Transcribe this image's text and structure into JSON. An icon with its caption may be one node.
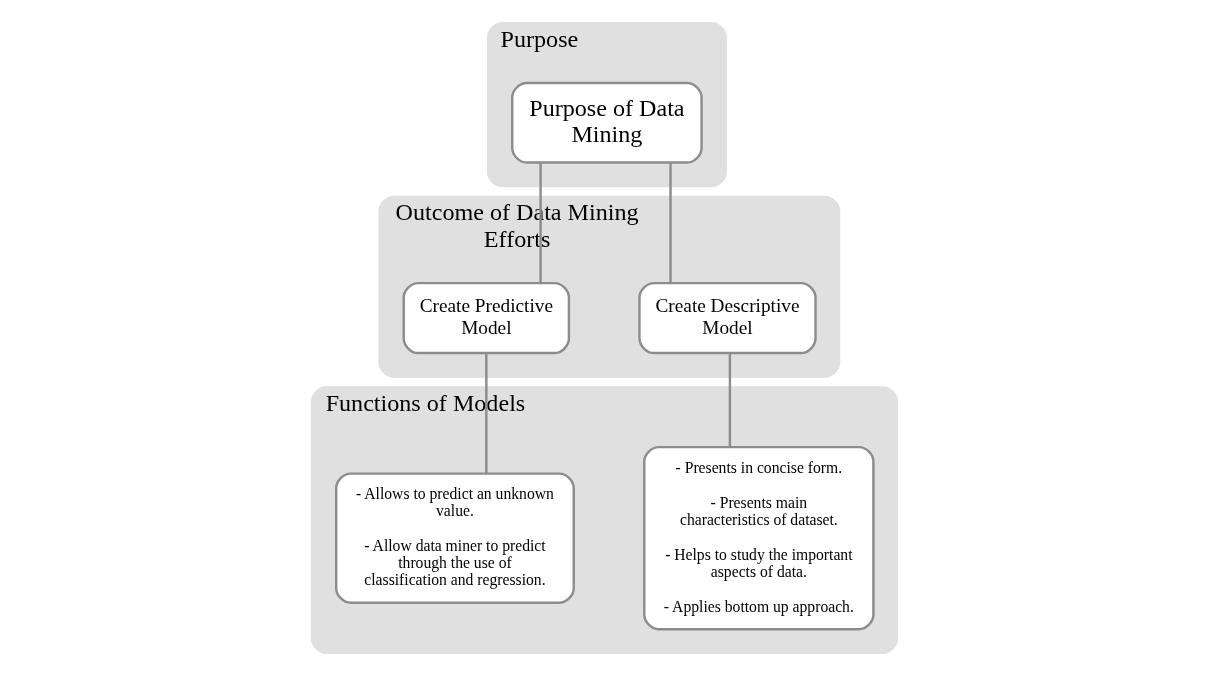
{
  "diagram": {
    "nodes": [
      {
        "text": [
          "Purpose"
        ]
      },
      {
        "text": [
          "Purpose of Data Mining"
        ],
        "in": 0
      },
      {
        "text": [
          "Outcome of Data Mining Efforts"
        ]
      },
      {
        "text": [
          "Create Descriptive Model"
        ],
        "in": 2
      },
      {
        "text": [
          "Create Predictive Model"
        ],
        "in": 2
      },
      {
        "text": [
          "Functions of Models"
        ]
      },
      {
        "text": [
          "- Presents in concise form.",
          "- Presents main characteristics of dataset.",
          "- Helps to study the important aspects of data.",
          "- Applies bottom up approach."
        ],
        "in": 5
      },
      {
        "text": [
          "- Allows to predict an unknown value.",
          "- Allow data miner to predict through the use of classification and regression."
        ],
        "in": 5
      }
    ],
    "edges": [
      {
        "from": 1,
        "to": 3,
        "arrow": "none"
      },
      {
        "from": 1,
        "to": 4,
        "arrow": "none"
      },
      {
        "from": 3,
        "to": 6,
        "arrow": "none"
      },
      {
        "from": 4,
        "to": 7,
        "arrow": "none"
      }
    ]
  }
}
